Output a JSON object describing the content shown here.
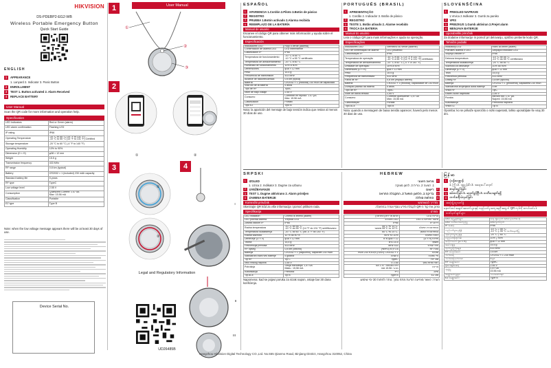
{
  "cover": {
    "brand": "HIKVISION",
    "model": "DS-PDEBP2-EG2-WB",
    "title": "Wireless Portable Emergency Button",
    "subtitle": "Quick Start Guide",
    "lang": "ENGLISH",
    "items": [
      {
        "n": "1",
        "text": "APPEARANCE"
      },
      {
        "n": "",
        "text": "1. Lanyard  2. Indicator  3. Panic Button"
      },
      {
        "n": "2",
        "text": "ENROLLMENT"
      },
      {
        "n": "3",
        "text": "TEST    1. Button activated  2. Alarm Received"
      },
      {
        "n": "4",
        "text": "REPLACE BATTERY"
      }
    ],
    "user_manual": "User Manual",
    "scan": "Scan the QR code for more information and operation help.",
    "specification": "Specification",
    "spec": [
      [
        "LED Indicators",
        "Red or Green (alarm)"
      ],
      [
        "LED alarm confirmation",
        "Flashing LED"
      ],
      [
        "IP rating",
        "IP66"
      ],
      [
        "Operating Temperature",
        "-10 °C to 55 °C (14 °F to 131 °F)\n-10 °C to 55 °C (14 °F to 131 °F) Certified"
      ],
      [
        "Storage temperature",
        "-20 °C to 60 °C (-4 °F to 140 °F)"
      ],
      [
        "Operating Humidity",
        "10% to 90%"
      ],
      [
        "Dimension (D × H)",
        "φ38 × 12 mm"
      ],
      [
        "Weight",
        "15.5 g"
      ],
      [
        "Transmission frequency",
        "433 MHz"
      ],
      [
        "RF range",
        "0.8 km (typical)"
      ],
      [
        "Battery",
        "CR2032 × 1 (included) 230 mAh capacity"
      ],
      [
        "Standard battery life",
        "5 years"
      ],
      [
        "RF type",
        "TypeC"
      ],
      [
        "Low voltage level",
        "2.55 V"
      ],
      [
        "Consumption",
        "Quiescent Current: 1.47 uA\nMax: 15.56 mA"
      ],
      [
        "Classification",
        "Portable"
      ],
      [
        "EZ type",
        "Type B"
      ]
    ],
    "note": "Note: when the low voltage message appears there will be at least 30 days of use.",
    "serial": "Device Serial No."
  },
  "pictures": {
    "header": "User Manual",
    "nums": [
      "1",
      "2",
      "3",
      "4"
    ],
    "caps2": [
      "①",
      "②"
    ],
    "caps3": [
      "①",
      "②"
    ],
    "caps4": [
      "I",
      "II",
      "III"
    ],
    "legal": "Legal and Regulatory Information",
    "legal_code": "UD26485B"
  },
  "espanol": {
    "name": "ESPAÑOL",
    "items": [
      {
        "n": "1",
        "text": "APARIENCIA   1.Cordón  2.Piloto  3.Botón de pánico"
      },
      {
        "n": "2",
        "text": "REGISTRO"
      },
      {
        "n": "3",
        "text": "PRUEBA   1.Botón activado  2.Alarma recibida"
      },
      {
        "n": "4",
        "text": "REEMPLAZO DE LA BATERÍA"
      }
    ],
    "manual": "Manual de usuario",
    "scan": "Escanee el código QR para obtener más información y ayuda sobre el funcionamiento.",
    "spec_title": "Especificación",
    "spec": [
      [
        "Indicadores LED",
        "Rojo o verde (alarma)"
      ],
      [
        "Confirmación de alarma LED",
        "LED intermitente"
      ],
      [
        "Clasificación IP",
        "IP66"
      ],
      [
        "Temperatura de funcionamiento",
        "-10 °C a 55 °C\n-10 °C a 55 °C certificado"
      ],
      [
        "Temperatura de almacenamiento",
        "-20 °C a 60 °C"
      ],
      [
        "Humedad de funcionamiento",
        "10% a 90%"
      ],
      [
        "Dimensiones",
        "φ38 × 12 mm"
      ],
      [
        "Peso",
        "15.5 g"
      ],
      [
        "Frecuencia de transmisión",
        "433 MHz"
      ],
      [
        "Alcance de radiofrecuencia",
        "0.8 km (típica)"
      ],
      [
        "Batería",
        "CR2032 × 1 (incluida) 230 mAh de capacidad"
      ],
      [
        "Vida útil de la batería",
        "5 años"
      ],
      [
        "Tipo de RF",
        "TipoC"
      ],
      [
        "Nivel de bajo voltaje",
        "2.55 V"
      ],
      [
        "Consumo",
        "Corriente en reposo: 1.47 μA\nMáx: 15.56 mA"
      ],
      [
        "Clasificación",
        "Portátil"
      ],
      [
        "Tipo EZ",
        "Tipo B"
      ]
    ],
    "note": "Nota: la aparición del mensaje de bajo tensión indica que restan al menos 30 días de uso."
  },
  "portugues": {
    "name": "PORTUGUÊS (BRASIL)",
    "items": [
      {
        "n": "1",
        "text": "APRESENTAÇÃO"
      },
      {
        "n": "",
        "text": "1. Cordão  2. Indicador  3. Botão de pânico"
      },
      {
        "n": "2",
        "text": "REGISTRO"
      },
      {
        "n": "3",
        "text": "TESTE    1. Botão ativado  2. Alarme recebido"
      },
      {
        "n": "4",
        "text": "TROCA DA BATERIA"
      }
    ],
    "manual": "Manual do usuário",
    "scan": "Leia o código QR para mais informações e ajuda na operação.",
    "spec_title": "Especificações",
    "spec": [
      [
        "Indicadores LED",
        "Vermelho ou verde (alarme)"
      ],
      [
        "LED de confirmação de alarme",
        "LED piscando"
      ],
      [
        "Classificação IP",
        "IP66"
      ],
      [
        "Temperatura de operação",
        "-10 °C a 55 °C (14 °F a 131 °F)\n-10 °C a 55 °C (14 °F a 131 °F) certificado"
      ],
      [
        "Temperatura de armazenamento",
        "-20 °C a 60 °C (-4 °F a 140 °F)"
      ],
      [
        "Umidade de operação",
        "10% a 90%"
      ],
      [
        "Dimensões (D × H)",
        "φ38 × 12 mm"
      ],
      [
        "Peso",
        "15.5 g"
      ],
      [
        "Frequência de transmissão",
        "433 MHz"
      ],
      [
        "Faixa de RF",
        "0,8 km (espaço aberto)"
      ],
      [
        "Bateria",
        "CR2032 × 1 (inclusa), capacidade de 230 mAh"
      ],
      [
        "Duração padrão da bateria",
        "5 anos"
      ],
      [
        "Tipo de RF",
        "TipoC"
      ],
      [
        "Nível de baixa tensão",
        "2,55 V"
      ],
      [
        "Consumo",
        "Corrente quiescente: 1,47 uA\nMáx: 15,56 mA"
      ],
      [
        "Classificação",
        "Portátil"
      ],
      [
        "Tipo ACE",
        "Tipo B"
      ]
    ],
    "note": "Nota: quando a mensagem de baixa tensão aparecer, haverá pelo menos 30 dias de uso."
  },
  "slovenscina": {
    "name": "SLOVENŠČINA",
    "items": [
      {
        "n": "1",
        "text": "PREGLED NAPRAVE"
      },
      {
        "n": "",
        "text": "1.Vrvica   2.Indikator   3. Gumb za paniko"
      },
      {
        "n": "2",
        "text": "VPIS"
      },
      {
        "n": "3",
        "text": "PREIZKUS   1.Gumb aktiviran   2.Prejet alarm"
      },
      {
        "n": "4",
        "text": "MENJAVA BATERIJE"
      }
    ],
    "manual": "Uporabniški priročnik",
    "scan": "Za dodatne informacije in pomoč pri delovanju, optično preberite kodo QR.",
    "spec_title": "Tehnični podatki",
    "spec": [
      [
        "Indikatorji LED",
        "Rdeč ali zelen (alarm)"
      ],
      [
        "Potrditev alarma z LED",
        "Utripajoči indikator LED"
      ],
      [
        "Stopnja zaščite IP",
        "IP66"
      ],
      [
        "Delovna temperatura",
        "-10 °C do 55 °C\n-10 °C do 55 °C certificirano"
      ],
      [
        "Temperatura skladiščenja",
        "-20 °C do 60 °C"
      ],
      [
        "Vlažnost za delovanje",
        "10% do 90%"
      ],
      [
        "Dimenzije (D × V)",
        "φ38 × 12 mm"
      ],
      [
        "Teža",
        "15,5 g"
      ],
      [
        "Frekvenca prenosa",
        "433 MHz"
      ],
      [
        "Doseg RF",
        "0,8 km (tipično)"
      ],
      [
        "Baterija",
        "CR2032 × 1 (priložena), kapaciteta 230 mAh"
      ],
      [
        "Standardna življenjska doba baterije",
        "5 let"
      ],
      [
        "Vrsta RF",
        "TipC"
      ],
      [
        "Raven nizke napetosti",
        "2,55 V"
      ],
      [
        "Poraba",
        "Mirovni tok: 1,47 μA\nNajveč: 15,56 mA"
      ],
      [
        "Klasifikacija",
        "Prenosna naprava"
      ],
      [
        "Vrsta EZ",
        "Tip B"
      ]
    ],
    "note": "Opomba: ko se prikaže sporočilo o nizki napetosti, lahko uporabljate še vsaj 30 dni."
  },
  "srpski": {
    "name": "SRPSKI",
    "items": [
      {
        "n": "1",
        "text": "IZGLED"
      },
      {
        "n": "",
        "text": "1. Uzica    2. Indikator    3. Dugme za uzbunu"
      },
      {
        "n": "2",
        "text": "UVEŽBAVANJE"
      },
      {
        "n": "3",
        "text": "TEST      1. Dugme aktivirano    2. Alarm primljen"
      },
      {
        "n": "4",
        "text": "ZAMENA BATERIJE"
      }
    ],
    "manual": "Korisnički priručnik",
    "scan": "Skenirajte QR kôd za više informacija i pomoć prilikom rada.",
    "spec_title": "Specifikacija",
    "spec": [
      [
        "LED indikatori",
        "Crveno ili zeleno (alarm)"
      ],
      [
        "LED potvrda alarma",
        "Treptući LED"
      ],
      [
        "Zaštita vlazom IP",
        "IP66"
      ],
      [
        "Radna temperatura",
        "-10 °C do 55 °C\n-10 °C do 55 °C (14 °F do 131 °F) sertifikovano"
      ],
      [
        "Temperatura skladištenja",
        "-20 °C do 60 °C (od -4 °F do 140 °F)"
      ],
      [
        "Radna vlažnost",
        "10 % do 90 %"
      ],
      [
        "Dimenzije (D × V)",
        "φ38 × 12 mm"
      ],
      [
        "Težina",
        "15,5 g"
      ],
      [
        "Frekvencija prenosa",
        "433 MHz"
      ],
      [
        "RF opseg",
        "0,8 km (obično)"
      ],
      [
        "Baterija",
        "CR2032 × 1 (uključeno), kapacitet 230 mAh"
      ],
      [
        "Standardni radni vek baterije",
        "5 godina"
      ],
      [
        "Tip RF",
        "Tip C"
      ],
      [
        "Nivo niskog napona",
        "2,55 V"
      ],
      [
        "Potrošnja",
        "Struja mirovanja: 1,47 uA\nMaks.: 15,56 mA"
      ],
      [
        "Klasifikacija",
        "Prenosiv"
      ],
      [
        "Tip ACE",
        "Tip B"
      ]
    ],
    "note": "Napomena: kad se pojavi poruka za nizak napon, ostaje bar 30 dana korišćenja."
  },
  "hebrew": {
    "name": "HEBREW",
    "items": [
      {
        "n": "1",
        "text": "מראה חיצוני"
      },
      {
        "n": "",
        "text": "1. רצועה   2. נורית   3. לחצן מצוקה"
      },
      {
        "n": "2",
        "text": "רישום"
      },
      {
        "n": "3",
        "text": "בדיקה   1. הלחצן הופעל   2. התקבלה התראה"
      },
      {
        "n": "4",
        "text": "החלפת סוללה"
      }
    ],
    "manual": "מדריך למשתמש",
    "scan": "סרוק את קוד ה-QR לקבלת מידע נוסף ועזרה בהפעלה.",
    "spec_title": "מפרט",
    "spec": [
      [
        "נוריות LED",
        "אדום או ירוק (התראה)"
      ],
      [
        "אישור התראה ב-LED",
        "LED מהבהב"
      ],
      [
        "דירוג IP",
        "IP66"
      ],
      [
        "טמפרטורת הפעלה",
        "-10°C עד 55°C\n-10°C עד 55°C מאושר"
      ],
      [
        "טמפרטורת אחסון",
        "-20°C עד 60°C"
      ],
      [
        "לחות הפעלה",
        "10% עד 90%"
      ],
      [
        "מידות (D × H)",
        "φ38 × 12 מ\"מ"
      ],
      [
        "משקל",
        "15.5 גרם"
      ],
      [
        "תדר שידור",
        "433 MHz"
      ],
      [
        "טווח RF",
        "0.8 ק\"מ (טיפוסי)"
      ],
      [
        "סוללה",
        "CR2032 × 1 (כלולה) קיבולת 230 mAh"
      ],
      [
        "חיי סוללה",
        "5 שנים"
      ],
      [
        "סוג RF",
        "TypeC"
      ],
      [
        "רמת מתח נמוך",
        "2.55 V"
      ],
      [
        "צריכה",
        "זרם במנוחה: 1.47 uA\nמרבי: 15.56 mA"
      ],
      [
        "סיווג",
        "נייד"
      ],
      [
        "סוג EZ",
        "Type B"
      ]
    ],
    "note": "הערה: כאשר מופיעה הודעת מתח נמוך, נותרו לפחות 30 ימי שימוש."
  },
  "myanmar": {
    "name": "မြန်မာ",
    "items": [
      {
        "n": "1",
        "text": "ပုံပန်းသဏ္ဌာန်"
      },
      {
        "n": "",
        "text": "1. ကြိုး   2. အညွှန်းမီး   3. အရေးပေါ်ခလုတ်"
      },
      {
        "n": "2",
        "text": "စာရင်းသွင်းခြင်း"
      },
      {
        "n": "3",
        "text": "စမ်းသပ်ခြင်း   1. ခလုတ်ဖွင့်ပြီး   2. သတိပေးချက်ရရှိ"
      },
      {
        "n": "4",
        "text": "ဘက်ထရီလဲလှယ်ခြင်း"
      }
    ],
    "manual": "အသုံးပြုသူလက်စွဲ",
    "scan": "နောက်ထပ်အချက်အလက်များနှင့် လည်ပတ်မှုအကူအညီအတွက် QR ကုဒ်ကို စကင်ဖတ်ပါ။",
    "spec_title": "သတ်မှတ်ချက်များ",
    "spec": [
      [
        "LED အညွှန်းမီးများ",
        "အနီ သို့မဟုတ် အစိမ်း (သတိပေး)"
      ],
      [
        "LED သတိပေးအတည်ပြု",
        "LED မှိတ်တုတ်"
      ],
      [
        "IP အဆင့်",
        "IP66"
      ],
      [
        "လည်ပတ်မှုအပူချိန်",
        "-10 °C မှ 55 °C\n-10 °C မှ 55 °C အသိအမှတ်ပြု"
      ],
      [
        "သိုလှောင်မှုအပူချိန်",
        "-20 °C မှ 60 °C"
      ],
      [
        "လည်ပတ်စိုထိုင်းဆ",
        "10% မှ 90%"
      ],
      [
        "အတိုင်းအတာ (D × H)",
        "φ38 × 12 mm"
      ],
      [
        "အလေးချိန်",
        "15.5 g"
      ],
      [
        "ထုတ်လွှင့်ကြိမ်နှုန်း",
        "433 MHz"
      ],
      [
        "RF အကွာအဝေး",
        "0.8 km"
      ],
      [
        "ဘက်ထရီ",
        "CR2032 × 1 230 mAh"
      ],
      [
        "ဘက်ထရီသက်တမ်း",
        "5 နှစ်"
      ],
      [
        "RF အမျိုးအစား",
        "TypeC"
      ],
      [
        "ဗို့အားနိမ့်အဆင့်",
        "2.55 V"
      ],
      [
        "သုံးစွဲမှု",
        "1.47 uA\n15.56 mA"
      ],
      [
        "အမျိုးအစားခွဲခြား",
        "သယ်ဆောင်နိုင်"
      ],
      [
        "EZ အမျိုးအစား",
        "Type B"
      ]
    ],
    "note": ""
  },
  "footer": "Hangzhou Hikvision Digital Technology CO.,Ltd. No.555 Qianmo Road, Binjiang District, Hangzhou 310052, China",
  "colors": {
    "accent": "#c8102e",
    "brand": "#d71920"
  }
}
